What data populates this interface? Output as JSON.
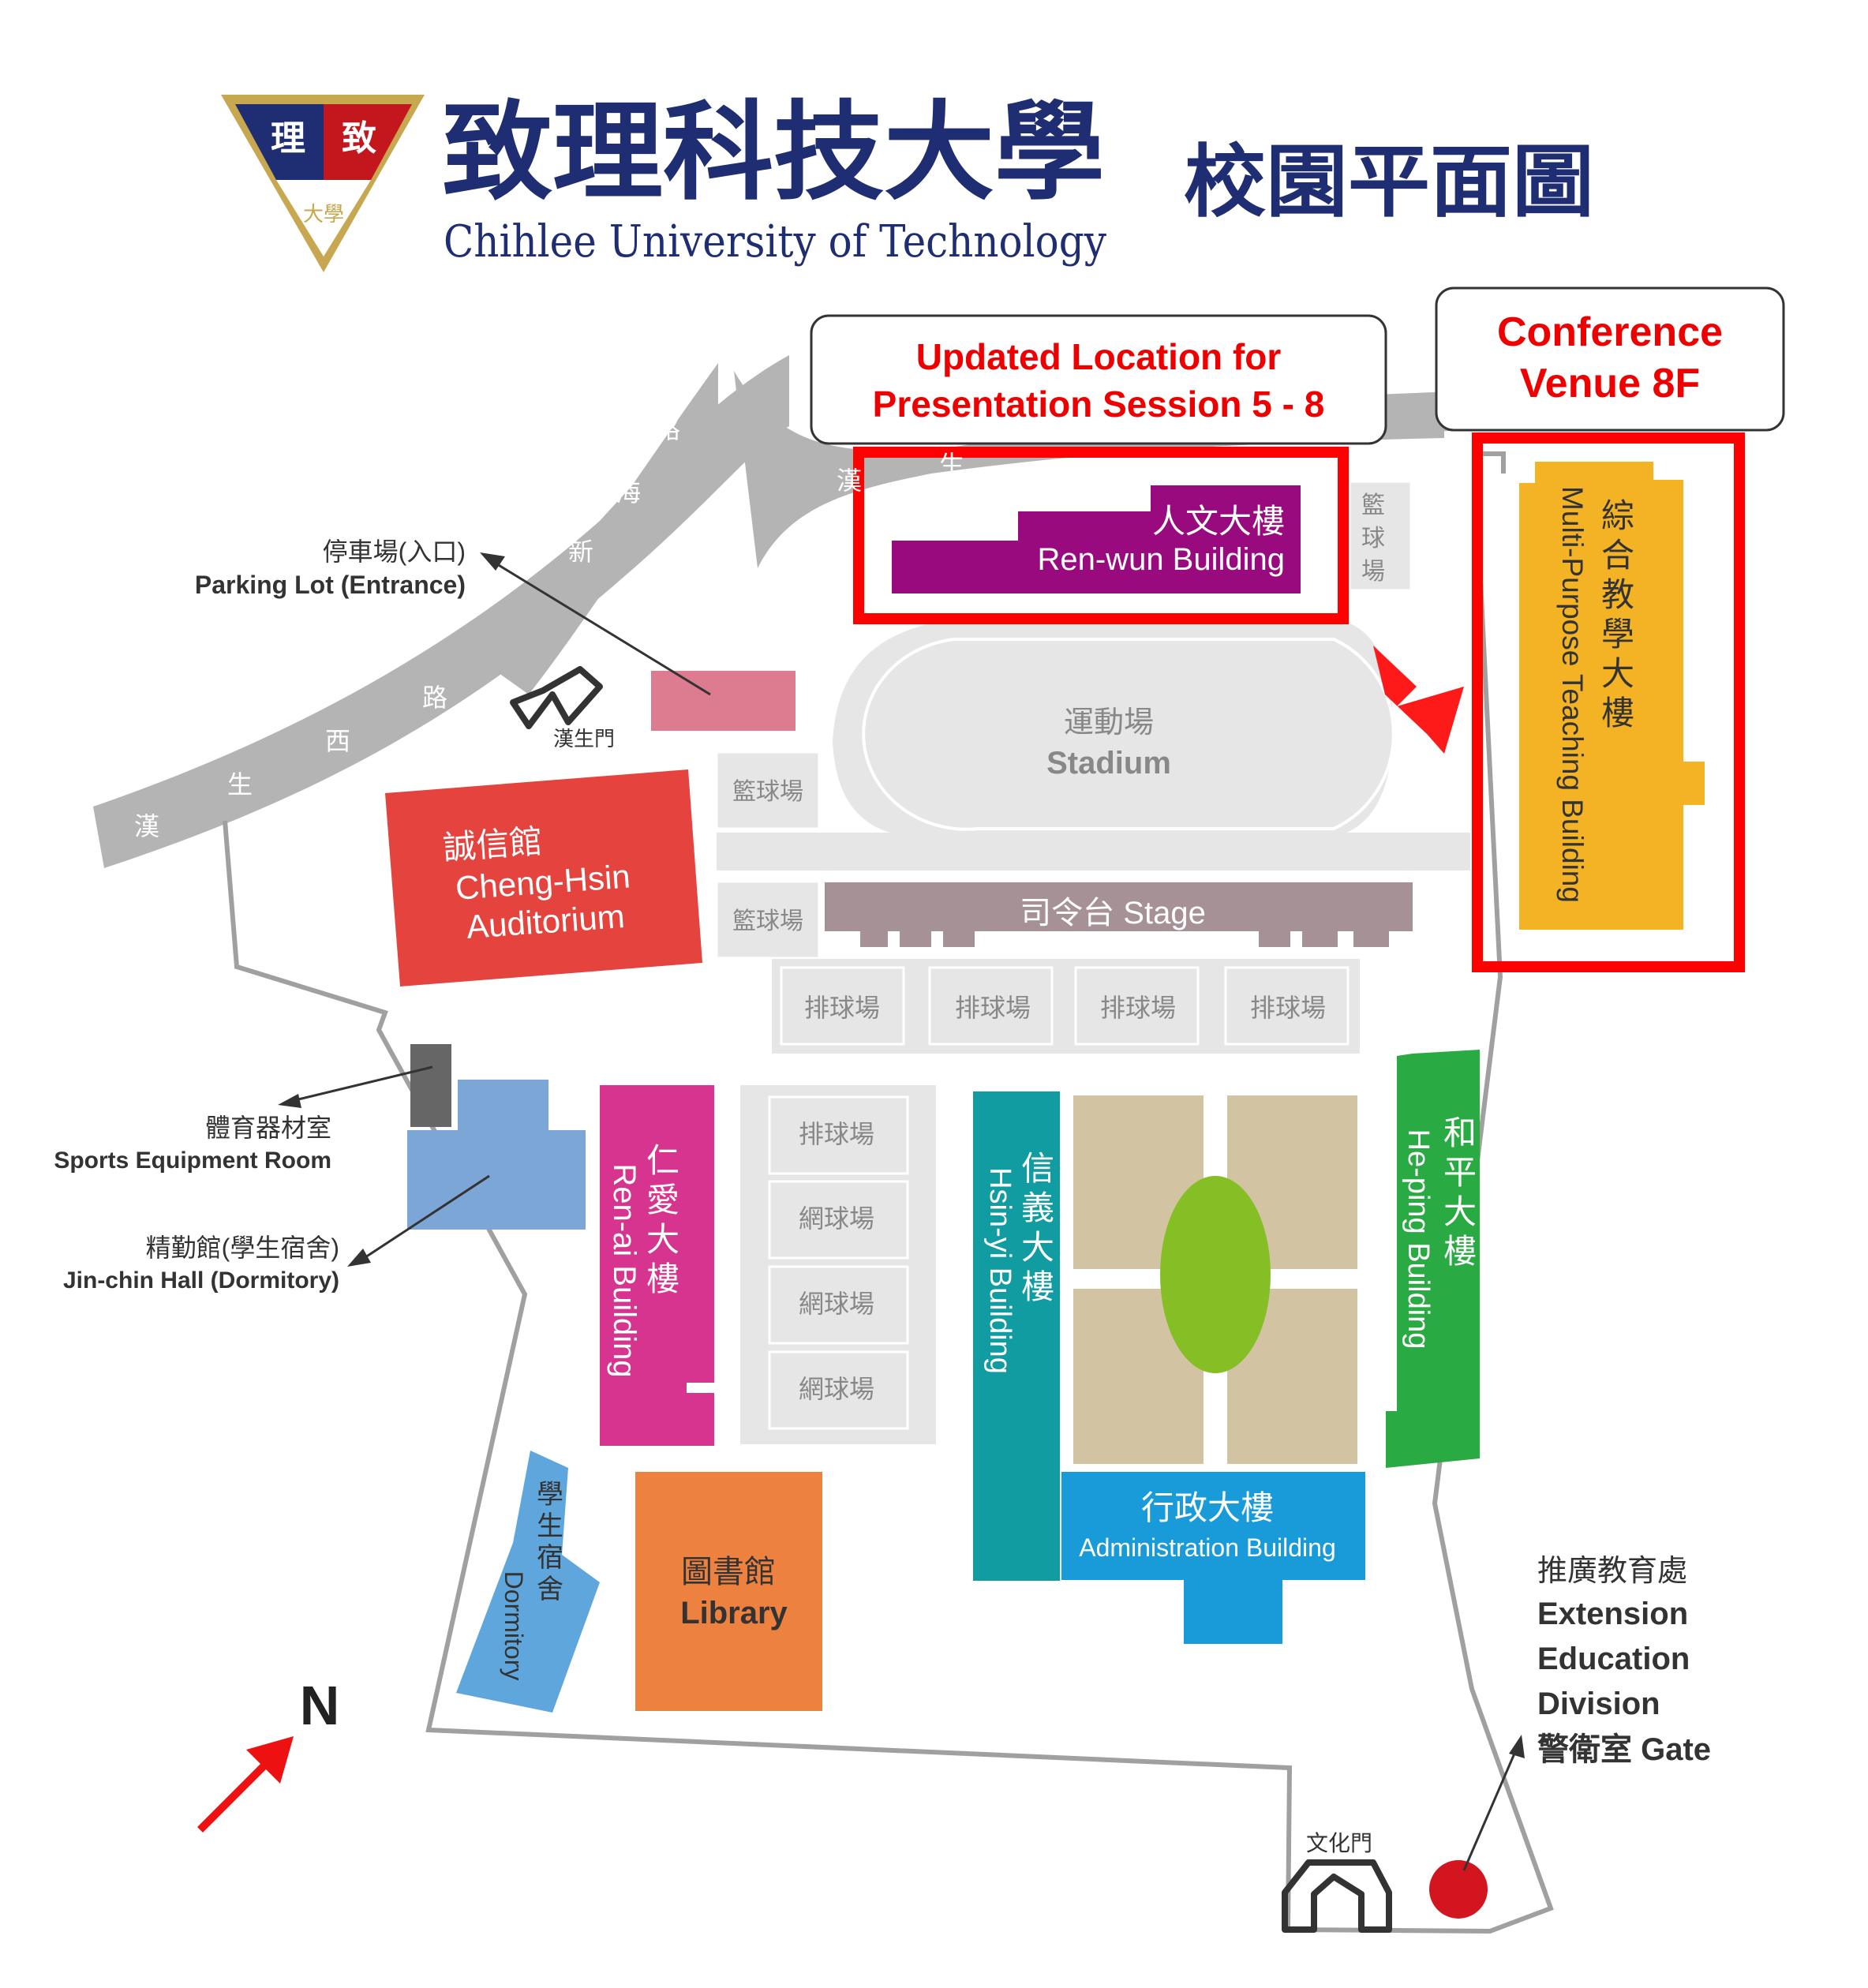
{
  "header": {
    "logo_chars": [
      "理",
      "致",
      "大學"
    ],
    "university_zh": "致理科技大學",
    "university_en": "Chihlee University of Technology",
    "map_title": "校園平面圖"
  },
  "callouts": {
    "updated_location": [
      "Updated Location for",
      "Presentation Session 5 - 8"
    ],
    "conference_venue": [
      "Conference",
      "Venue 8F"
    ]
  },
  "roads": {
    "hansheng_west": [
      "漢",
      "生",
      "西",
      "路"
    ],
    "xinhai": [
      "新",
      "海",
      "路"
    ],
    "hansheng_upper": [
      "漢",
      "生"
    ]
  },
  "gates": {
    "hansheng": "漢生門",
    "wenhua": "文化門"
  },
  "buildings": {
    "renwun": {
      "zh": "人文大樓",
      "en": "Ren-wun Building"
    },
    "multi_purpose": {
      "zh": [
        "綜",
        "合",
        "教",
        "學",
        "大",
        "樓"
      ],
      "en": "Multi-Purpose Teaching Building"
    },
    "stadium": {
      "zh": "運動場",
      "en": "Stadium"
    },
    "stage": "司令台 Stage",
    "cheng_hsin": {
      "zh": "誠信館",
      "en": [
        "Cheng-Hsin",
        "Auditorium"
      ]
    },
    "renai": {
      "zh": [
        "仁",
        "愛",
        "大",
        "樓"
      ],
      "en": "Ren-ai Building"
    },
    "hsinyi": {
      "zh": [
        "信",
        "義",
        "大",
        "樓"
      ],
      "en": "Hsin-yi Building"
    },
    "heping": {
      "zh": [
        "和",
        "平",
        "大",
        "樓"
      ],
      "en": "He-ping Building"
    },
    "administration": {
      "zh": "行政大樓",
      "en": "Administration Building"
    },
    "library": {
      "zh": "圖書館",
      "en": "Library"
    },
    "dormitory": {
      "zh": [
        "學",
        "生",
        "宿",
        "舍"
      ],
      "en": "Dormitory"
    }
  },
  "courts": {
    "basketball": "籃球場",
    "basketball_vertical": [
      "籃",
      "球",
      "場"
    ],
    "volleyball": "排球場",
    "tennis": "網球場"
  },
  "labels": {
    "parking": {
      "zh": "停車場(入口)",
      "en": "Parking Lot (Entrance)"
    },
    "sports_equipment": {
      "zh": "體育器材室",
      "en": "Sports Equipment Room"
    },
    "jinchin": {
      "zh": "精勤館(學生宿舍)",
      "en": "Jin-chin Hall (Dormitory)"
    },
    "extension": [
      "推廣教育處",
      "Extension",
      "Education",
      "Division",
      "警衛室 Gate"
    ]
  },
  "compass": "N",
  "colors": {
    "highlight_red": "#ff0000",
    "renwun": "#980a7e",
    "multi_purpose": "#f4b325",
    "cheng_hsin": "#e5443e",
    "renai": "#d6348f",
    "hsinyi": "#109ca0",
    "heping": "#2aaa42",
    "administration": "#199bd9",
    "library": "#ed8140",
    "dormitory": "#5ea6dc",
    "jinchin": "#7ca6d6",
    "parking": "#dd7c91",
    "road": "#b4b4b4",
    "court": "#e6e6e6",
    "stage": "#a69196",
    "plaza": "#d2c4a2",
    "lawn": "#85bf25",
    "gate_marker": "#d2151e",
    "logo_navy": "#1f2e72",
    "logo_red": "#c3161d",
    "logo_gold": "#c7a74f"
  }
}
